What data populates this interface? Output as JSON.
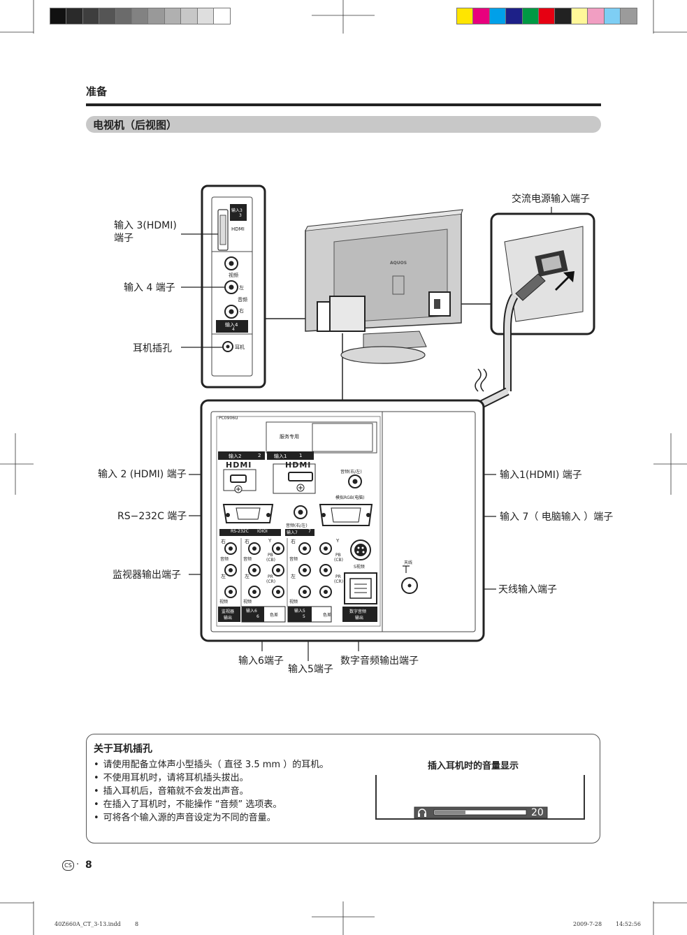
{
  "swatches": {
    "grays": [
      "#111111",
      "#2a2a2a",
      "#3e3e3e",
      "#555555",
      "#6b6b6b",
      "#828282",
      "#999999",
      "#b0b0b0",
      "#c7c7c7",
      "#dedede",
      "#ffffff"
    ],
    "colors": [
      "#ffe500",
      "#e8007d",
      "#00a0e9",
      "#1d2088",
      "#009944",
      "#e60012",
      "#222222",
      "#fff799",
      "#f19ec2",
      "#7ecef4",
      "#9b9b9b"
    ]
  },
  "header": {
    "section": "准备",
    "subtitle": "电视机（后视图）"
  },
  "callouts": {
    "hdmi3": [
      "输入 3(HDMI)",
      "端子"
    ],
    "input4": "输入 4 端子",
    "headphone": "耳机插孔",
    "ac_power": "交流电源输入端子",
    "hdmi2": "输入 2 (HDMI) 端子",
    "rs232c": "RS−232C 端子",
    "monitor_out": "监视器输出端子",
    "hdmi1": "输入1(HDMI) 端子",
    "input7": "输入 7（ 电脑输入 ）端子",
    "antenna": "天线输入端子",
    "input6": "输入6端子",
    "input5": "输入5端子",
    "digital_audio": "数字音频输出端子"
  },
  "side_panel": {
    "input3": "输入3",
    "input3_num": "3",
    "hdmi": "HDMI",
    "video": "视频",
    "left": "左",
    "audio": "音频",
    "right": "右",
    "input4": "输入4",
    "input4_num": "4",
    "headphone": "耳机"
  },
  "tv": {
    "brand": "AQUOS"
  },
  "rear_panel": {
    "model": "PC0906U",
    "service": "服务专用",
    "input2": "输入2",
    "input2_num": "2",
    "input1": "输入1",
    "input1_num": "1",
    "hdmi_logo": "HDMI",
    "audio_rl": "音频(右/左)",
    "analog_rgb": "模拟RGB(电脑)",
    "audio_rl2": "音频(右/左)",
    "rs232c": "RS-232C",
    "rs232c_icon": "IOIOI",
    "input7": "输入7",
    "input7_num": "7",
    "right": "右",
    "left": "左",
    "audio": "音频",
    "video": "视频",
    "y": "Y",
    "pb": "PB",
    "cb": "(CB)",
    "pr": "PR",
    "cr": "(CR)",
    "s_video": "S视频",
    "monitor_out": [
      "监视器",
      "输出"
    ],
    "input6": "输入6",
    "input6_num": "6",
    "component": "色差",
    "input5": "输入5",
    "input5_num": "5",
    "digital_audio_out": [
      "数字音频",
      "输出"
    ],
    "antenna": "天线"
  },
  "info": {
    "title": "关于耳机插孔",
    "bullets": [
      "请使用配备立体声小型插头（ 直径 3.5 mm ）的耳机。",
      "不使用耳机时，请将耳机插头拔出。",
      "插入耳机后，音箱就不会发出声音。",
      "在插入了耳机时，不能操作 “音频” 选项表。",
      "可将各个输入源的声音设定为不同的音量。"
    ],
    "volume_title": "插入耳机时的音量显示",
    "volume_value": "20",
    "volume_level": 0.2
  },
  "page": {
    "badge": "CS",
    "dot": "·",
    "number": "8"
  },
  "footer": {
    "file": "40Z660A_CT_3-13.indd",
    "page": "8",
    "date": "2009-7-28",
    "time": "14:52:56"
  }
}
